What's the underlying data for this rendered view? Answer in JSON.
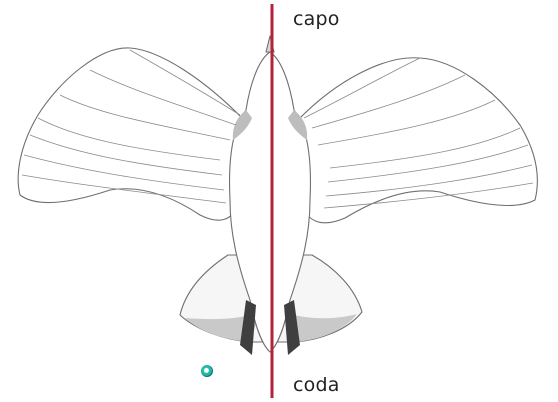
{
  "diagram": {
    "labels": {
      "top": "capo",
      "bottom": "coda"
    },
    "colors": {
      "axis": "#b5223a",
      "outline": "#6f6f6f",
      "shade": "#c9c9c9",
      "fill": "#ffffff",
      "marker": "#20b9a8"
    },
    "icon": "bird-illustration",
    "marker_icon": "teal-dot-marker"
  }
}
